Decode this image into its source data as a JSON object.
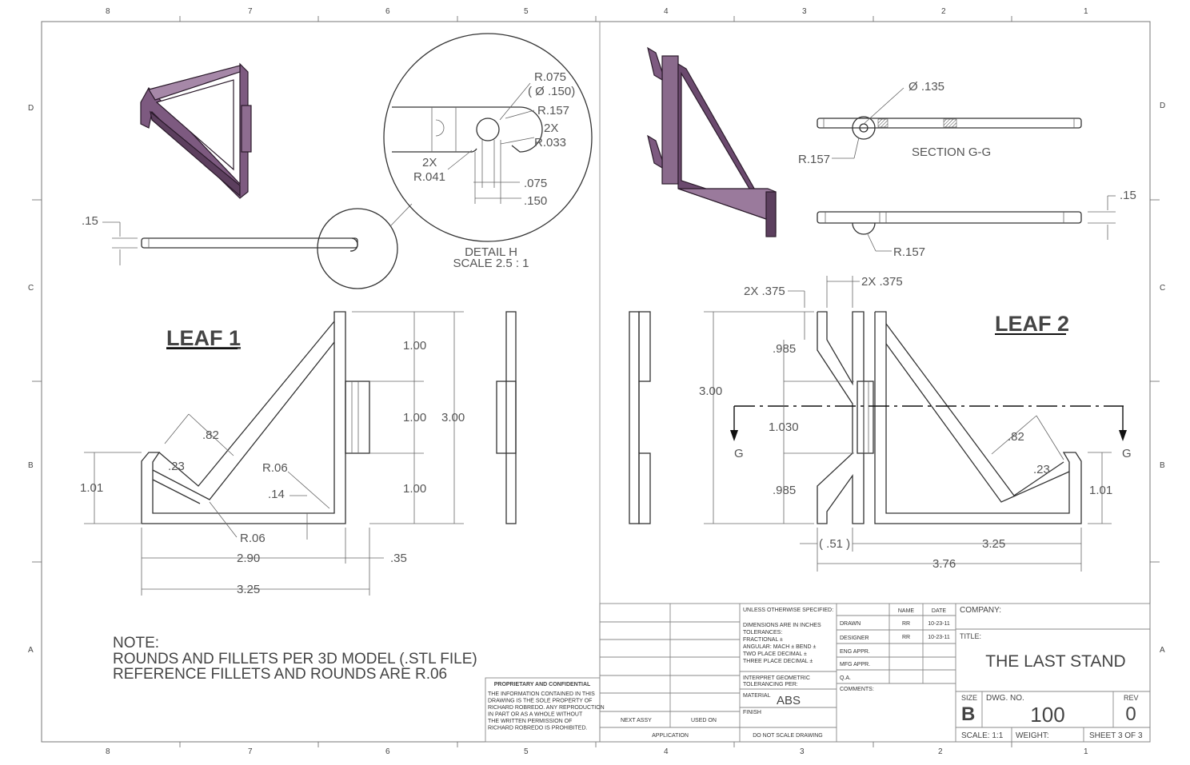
{
  "zones": {
    "cols": [
      "8",
      "7",
      "6",
      "5",
      "4",
      "3",
      "2",
      "1"
    ],
    "rows": [
      "D",
      "C",
      "B",
      "A"
    ]
  },
  "leaf1": {
    "title": "LEAF 1",
    "dims": {
      "t15": ".15",
      "d100a": "1.00",
      "d100b": "1.00",
      "d100c": "1.00",
      "d300": "3.00",
      "d082": ".82",
      "d023": ".23",
      "d101": "1.01",
      "r006a": "R.06",
      "d014": ".14",
      "r006b": "R.06",
      "d290": "2.90",
      "d035": ".35",
      "d325": "3.25"
    }
  },
  "detail": {
    "title": "DETAIL H",
    "scale": "SCALE 2.5 : 1",
    "r075": "R.075",
    "dia150": "( Ø .150)",
    "r157": "R.157",
    "x2a": "2X",
    "r033": "R.033",
    "x2b": "2X",
    "r041": "R.041",
    "d075": ".075",
    "d150": ".150"
  },
  "leaf2": {
    "title": "LEAF 2",
    "dims": {
      "dia135": "Ø .135",
      "r157a": "R.157",
      "section": "SECTION G-G",
      "t15": ".15",
      "r157b": "R.157",
      "x375a": "2X .375",
      "x375b": "2X .375",
      "d985a": ".985",
      "d300": "3.00",
      "d1030": "1.030",
      "d985b": ".985",
      "d082": ".82",
      "d023": ".23",
      "d101": "1.01",
      "g1": "G",
      "g2": "G",
      "d051": "( .51 )",
      "d325": "3.25",
      "d376": "3.76"
    }
  },
  "note": {
    "heading": "NOTE:",
    "line1": "ROUNDS AND FILLETS PER 3D MODEL (.STL FILE)",
    "line2": "REFERENCE FILLETS AND ROUNDS ARE R.06"
  },
  "proprietary": {
    "title": "PROPRIETARY AND CONFIDENTIAL",
    "lines": [
      "THE INFORMATION CONTAINED IN THIS",
      "DRAWING IS THE SOLE PROPERTY OF",
      "RICHARD ROBREDO.  ANY REPRODUCTION",
      "IN PART OR AS A WHOLE WITHOUT",
      "THE WRITTEN PERMISSION OF",
      "RICHARD ROBREDO IS PROHIBITED."
    ]
  },
  "titleblock": {
    "next_assy": "NEXT ASSY",
    "used_on": "USED ON",
    "application": "APPLICATION",
    "unless": "UNLESS OTHERWISE SPECIFIED:",
    "tol_lines": [
      "DIMENSIONS ARE IN INCHES",
      "TOLERANCES:",
      "FRACTIONAL ±",
      "ANGULAR: MACH ±    BEND ±",
      "TWO PLACE DECIMAL   ±",
      "THREE PLACE DECIMAL  ±"
    ],
    "interpret": "INTERPRET GEOMETRIC",
    "tolerancing": "TOLERANCING PER:",
    "material_label": "MATERIAL",
    "material": "ABS",
    "finish": "FINISH",
    "noscale": "DO NOT SCALE DRAWING",
    "name_h": "NAME",
    "date_h": "DATE",
    "drawn": "DRAWN",
    "drawn_name": "RR",
    "drawn_date": "10-23-11",
    "designer": "DESIGNER",
    "designer_name": "RR",
    "designer_date": "10-23-11",
    "eng": "ENG APPR.",
    "mfg": "MFG APPR.",
    "qa": "Q.A.",
    "comments": "COMMENTS:",
    "company": "COMPANY:",
    "title_label": "TITLE:",
    "title": "THE LAST STAND",
    "size_label": "SIZE",
    "size": "B",
    "dwg_label": "DWG.  NO.",
    "dwg": "100",
    "rev_label": "REV",
    "rev": "0",
    "scale": "SCALE: 1:1",
    "weight": "WEIGHT:",
    "sheet": "SHEET 3 OF 3"
  }
}
